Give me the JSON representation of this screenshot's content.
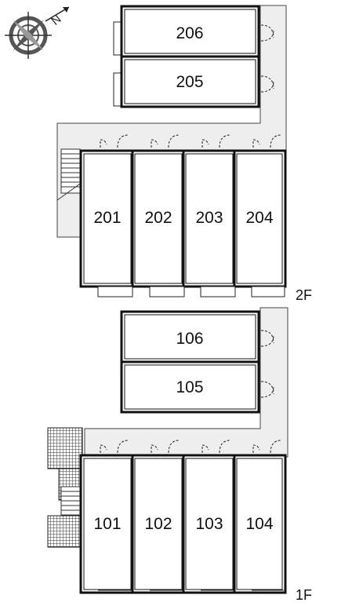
{
  "compass": {
    "icon": "compass-icon",
    "north_label": "N"
  },
  "floors": [
    {
      "label": "2F",
      "side_units": [
        "206",
        "205"
      ],
      "row_units": [
        "201",
        "202",
        "203",
        "204"
      ]
    },
    {
      "label": "1F",
      "side_units": [
        "106",
        "105"
      ],
      "row_units": [
        "101",
        "102",
        "103",
        "104"
      ]
    }
  ],
  "colors": {
    "corridor": "#eeeeee",
    "wall": "#111111",
    "background": "#ffffff"
  }
}
